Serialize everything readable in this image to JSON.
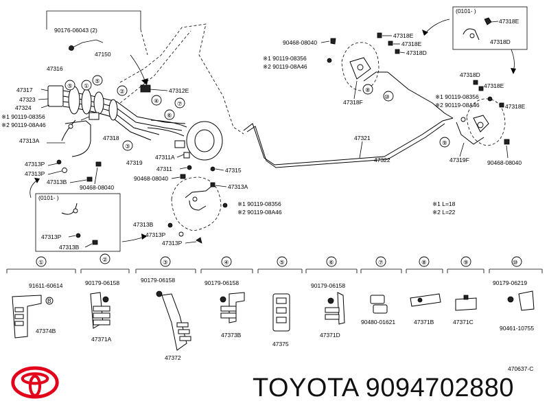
{
  "brand": {
    "name": "TOYOTA 9094702880",
    "logo_icon": "toyota-logo-icon",
    "logo_color": "#e2001a"
  },
  "diagram_code": "470637-C",
  "legend": {
    "l1": "※1  L=18",
    "l2": "※2  L=22"
  },
  "insets": {
    "top_right_label": "(0101-      )",
    "bottom_left_label": "(0101-      )"
  },
  "labels": {
    "p90176_06043": "90176-06043 (2)",
    "p47150": "47150",
    "p47316": "47316",
    "p47317": "47317",
    "p47323": "47323",
    "p47324": "47324",
    "s1_left": "※1 90119-08356",
    "s2_left": "※2 90119-08A46",
    "p47313A_left": "47313A",
    "p47318_mid": "47318",
    "p47312E": "47312E",
    "p47319": "47319",
    "p47311A": "47311A",
    "p47311": "47311",
    "p47315": "47315",
    "p90468_mid": "90468-08040",
    "p47313A_mid": "47313A",
    "s1_mid": "※1 90119-08356",
    "s2_mid": "※2 90119-08A46",
    "p47313P_left": "47313P",
    "p47313B_left": "47313B",
    "p90468_left": "90468-08040",
    "inset_47313P": "47313P",
    "inset_47313B": "47313B",
    "p47313B_mid": "47313B",
    "p47313P_mid1": "47313P",
    "p47313P_mid2": "47313P",
    "p47321": "47321",
    "p47322": "47322",
    "p90468_top": "90468-08040",
    "s1_top": "※1 90119-08356",
    "s2_top": "※2 90119-08A46",
    "p47318E_a": "47318E",
    "p47318E_b": "47318E",
    "p47318D_a": "47318D",
    "p47318F": "47318F",
    "inset_47318E": "47318E",
    "inset_47318D": "47318D",
    "p47318D_r": "47318D",
    "p47318E_r1": "47318E",
    "s1_right": "※1 90119-08356",
    "s2_right": "※2 90119-08A46",
    "p47318E_r2": "47318E",
    "p47319F": "47319F",
    "p90468_right": "90468-08040"
  },
  "callouts": [
    "①",
    "②",
    "③",
    "④",
    "⑤",
    "⑥",
    "⑦",
    "⑧",
    "⑨",
    "⑩"
  ],
  "catalog": [
    {
      "num": "①",
      "top": "91611-60614",
      "bottom": "47374B"
    },
    {
      "num": "②",
      "top": "90179-06158",
      "bottom": "47371A"
    },
    {
      "num": "③",
      "top": "90179-06158",
      "bottom": "47372"
    },
    {
      "num": "④",
      "top": "90179-06158",
      "bottom": "47373B"
    },
    {
      "num": "⑤",
      "top": "",
      "bottom": "47375"
    },
    {
      "num": "⑥",
      "top": "90179-06158",
      "bottom": "47371D"
    },
    {
      "num": "⑦",
      "top": "",
      "bottom": "90480-01621"
    },
    {
      "num": "⑧",
      "top": "",
      "bottom": "47371B"
    },
    {
      "num": "⑨",
      "top": "",
      "bottom": "47371C"
    },
    {
      "num": "⑩",
      "top": "90179-06219",
      "bottom": "90461-10755"
    }
  ],
  "catalog_extra": {
    "b_marker": "B"
  }
}
